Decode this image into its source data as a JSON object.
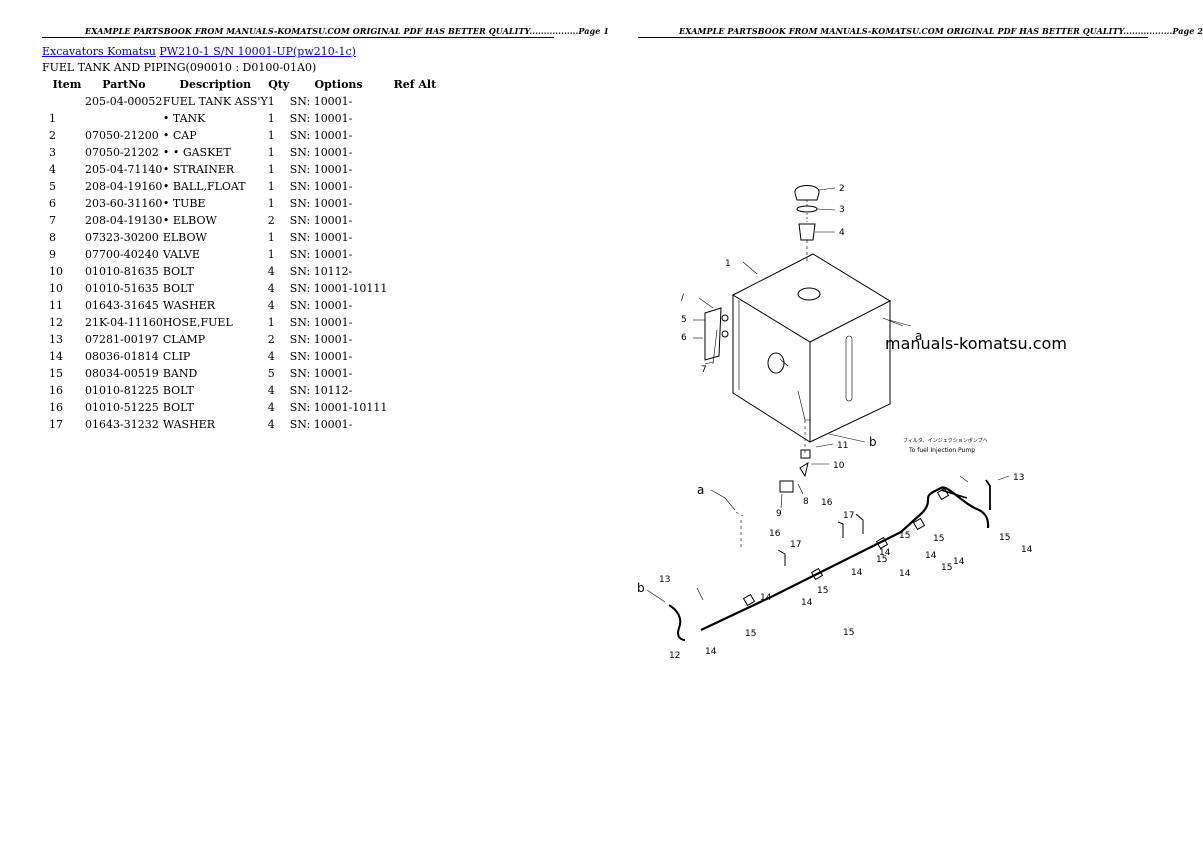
{
  "page1": {
    "header": "EXAMPLE PARTSBOOK FROM MANUALS-KOMATSU.COM ORIGINAL PDF HAS BETTER QUALITY.................Page 1",
    "breadcrumb": {
      "link1": "Excavators Komatsu",
      "link2": "PW210-1 S/N 10001-UP(pw210-1c)"
    },
    "title": "FUEL TANK AND PIPING(090010 : D0100-01A0)",
    "table": {
      "columns": [
        "Item",
        "PartNo",
        "Description",
        "Qty",
        "Options",
        "Ref Alt"
      ],
      "rows": [
        {
          "item": "",
          "part": "205-04-00052",
          "desc": "FUEL TANK ASS'Y",
          "qty": "1",
          "opt": "SN: 10001-",
          "ref": ""
        },
        {
          "item": "1",
          "part": "",
          "desc": "• TANK",
          "qty": "1",
          "opt": "SN: 10001-",
          "ref": ""
        },
        {
          "item": "2",
          "part": "07050-21200",
          "desc": "• CAP",
          "qty": "1",
          "opt": "SN: 10001-",
          "ref": ""
        },
        {
          "item": "3",
          "part": "07050-21202",
          "desc": "• • GASKET",
          "qty": "1",
          "opt": "SN: 10001-",
          "ref": ""
        },
        {
          "item": "4",
          "part": "205-04-71140",
          "desc": "• STRAINER",
          "qty": "1",
          "opt": "SN: 10001-",
          "ref": ""
        },
        {
          "item": "5",
          "part": "208-04-19160",
          "desc": "• BALL,FLOAT",
          "qty": "1",
          "opt": "SN: 10001-",
          "ref": ""
        },
        {
          "item": "6",
          "part": "203-60-31160",
          "desc": "• TUBE",
          "qty": "1",
          "opt": "SN: 10001-",
          "ref": ""
        },
        {
          "item": "7",
          "part": "208-04-19130",
          "desc": "• ELBOW",
          "qty": "2",
          "opt": "SN: 10001-",
          "ref": ""
        },
        {
          "item": "8",
          "part": "07323-30200",
          "desc": "ELBOW",
          "qty": "1",
          "opt": "SN: 10001-",
          "ref": ""
        },
        {
          "item": "9",
          "part": "07700-40240",
          "desc": "VALVE",
          "qty": "1",
          "opt": "SN: 10001-",
          "ref": ""
        },
        {
          "item": "10",
          "part": "01010-81635",
          "desc": "BOLT",
          "qty": "4",
          "opt": "SN: 10112-",
          "ref": ""
        },
        {
          "item": "10",
          "part": "01010-51635",
          "desc": "BOLT",
          "qty": "4",
          "opt": "SN: 10001-10111",
          "ref": ""
        },
        {
          "item": "11",
          "part": "01643-31645",
          "desc": "WASHER",
          "qty": "4",
          "opt": "SN: 10001-",
          "ref": ""
        },
        {
          "item": "12",
          "part": "21K-04-11160",
          "desc": "HOSE,FUEL",
          "qty": "1",
          "opt": "SN: 10001-",
          "ref": ""
        },
        {
          "item": "13",
          "part": "07281-00197",
          "desc": "CLAMP",
          "qty": "2",
          "opt": "SN: 10001-",
          "ref": ""
        },
        {
          "item": "14",
          "part": "08036-01814",
          "desc": "CLIP",
          "qty": "4",
          "opt": "SN: 10001-",
          "ref": ""
        },
        {
          "item": "15",
          "part": "08034-00519",
          "desc": "BAND",
          "qty": "5",
          "opt": "SN: 10001-",
          "ref": ""
        },
        {
          "item": "16",
          "part": "01010-81225",
          "desc": "BOLT",
          "qty": "4",
          "opt": "SN: 10112-",
          "ref": ""
        },
        {
          "item": "16",
          "part": "01010-51225",
          "desc": "BOLT",
          "qty": "4",
          "opt": "SN: 10001-10111",
          "ref": ""
        },
        {
          "item": "17",
          "part": "01643-31232",
          "desc": "WASHER",
          "qty": "4",
          "opt": "SN: 10001-",
          "ref": ""
        }
      ]
    }
  },
  "page2": {
    "header": "EXAMPLE PARTSBOOK FROM MANUALS-KOMATSU.COM ORIGINAL PDF HAS BETTER QUALITY.................Page 2",
    "watermark": "manuals-komatsu.com",
    "diagram": {
      "callouts": [
        "1",
        "2",
        "3",
        "4",
        "5",
        "6",
        "7",
        "8",
        "9",
        "10",
        "11",
        "12",
        "13",
        "14",
        "15",
        "16",
        "17",
        "a",
        "b"
      ],
      "note_jp": "フィルタ、インジェクションポンプへ",
      "note_en": "To fuel Injection Pump"
    }
  }
}
